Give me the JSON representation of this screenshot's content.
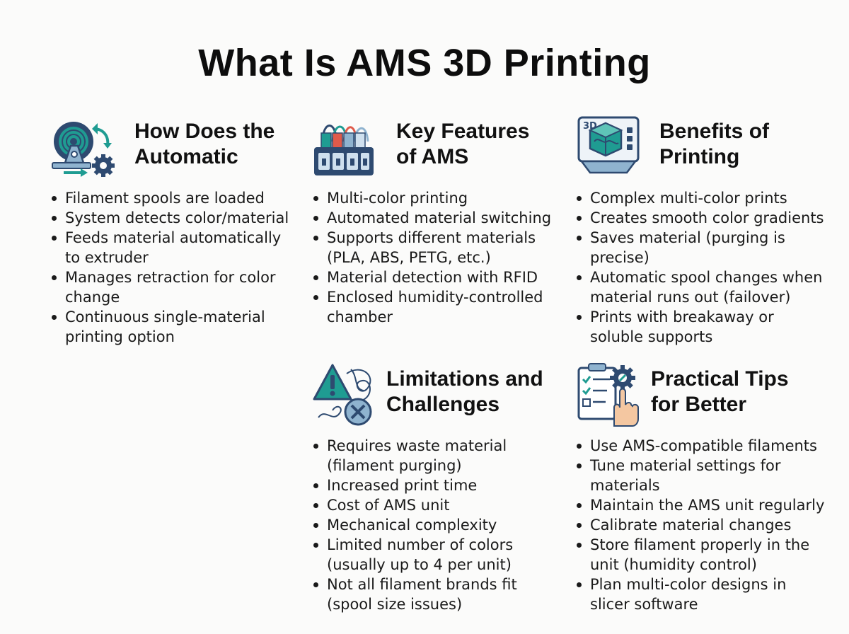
{
  "title": "What Is AMS 3D Printing",
  "sections": [
    {
      "id": "how-it-works",
      "title": "How Does the\nAutomatic",
      "icon": "spool-gear-icon",
      "items": [
        "Filament spools are loaded",
        "System detects color/material",
        "Feeds material automatically to extruder",
        "Manages retraction for color change",
        "Continuous single-material printing option"
      ]
    },
    {
      "id": "key-features",
      "title": "Key Features\nof AMS",
      "icon": "ams-unit-icon",
      "items": [
        "Multi-color printing",
        "Automated material switching",
        "Supports different materials (PLA, ABS, PETG, etc.)",
        "Material detection with RFID",
        "Enclosed humidity-controlled chamber"
      ]
    },
    {
      "id": "benefits",
      "title": "Benefits of\nPrinting",
      "icon": "3d-cube-screen-icon",
      "icon_label": "3D",
      "items": [
        "Complex multi-color prints",
        "Creates smooth color gradients",
        "Saves material (purging is precise)",
        "Automatic spool changes when material runs out (failover)",
        "Prints with breakaway or soluble supports"
      ]
    },
    {
      "id": "limitations",
      "title": "Limitations and\nChallenges",
      "icon": "warning-tangle-icon",
      "items": [
        "Requires waste material (filament purging)",
        "Increased print time",
        "Cost of AMS unit",
        "Mechanical complexity",
        "Limited number of colors (usually up to 4 per unit)",
        "Not all filament brands fit (spool size issues)"
      ]
    },
    {
      "id": "tips",
      "title": "Practical Tips\nfor Better",
      "icon": "checklist-hand-icon",
      "items": [
        "Use AMS-compatible filaments",
        "Tune material settings for materials",
        "Maintain the AMS unit regularly",
        "Calibrate material changes",
        "Store filament properly in the unit (humidity control)",
        "Plan multi-color designs in slicer software"
      ]
    }
  ],
  "colors": {
    "teal": "#1f9c92",
    "navy": "#2e4a70",
    "light_blue": "#8fb3cf",
    "skin": "#f4c7a1"
  }
}
